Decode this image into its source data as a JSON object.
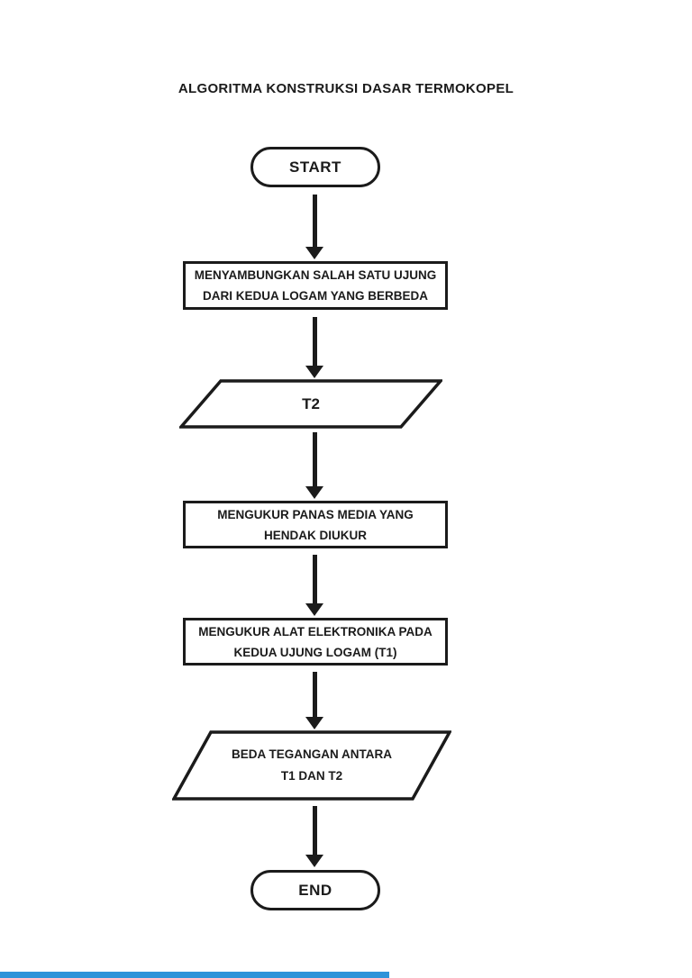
{
  "page": {
    "background": "#ffffff",
    "stroke_color": "#1b1b1b"
  },
  "title": "ALGORITMA KONSTRUKSI DASAR TERMOKOPEL",
  "flowchart": {
    "nodes": [
      {
        "id": "start",
        "type": "terminator",
        "label": "START"
      },
      {
        "id": "process-1",
        "type": "process",
        "lines": [
          "MENYAMBUNGKAN SALAH SATU UJUNG",
          "DARI KEDUA LOGAM YANG BERBEDA"
        ]
      },
      {
        "id": "io-t2",
        "type": "input-output",
        "lines": [
          "T2"
        ]
      },
      {
        "id": "process-2",
        "type": "process",
        "lines": [
          "MENGUKUR PANAS MEDIA YANG",
          "HENDAK DIUKUR"
        ]
      },
      {
        "id": "process-3",
        "type": "process",
        "lines": [
          "MENGUKUR ALAT ELEKTRONIKA PADA",
          "KEDUA UJUNG LOGAM (T1)"
        ]
      },
      {
        "id": "io-output",
        "type": "input-output",
        "lines": [
          "BEDA TEGANGAN ANTARA",
          "T1 DAN T2"
        ]
      },
      {
        "id": "end",
        "type": "terminator",
        "label": "END"
      }
    ],
    "arrow_count": 6
  },
  "player": {
    "progress_color": "#2e93d9",
    "progress_percent": 56
  }
}
